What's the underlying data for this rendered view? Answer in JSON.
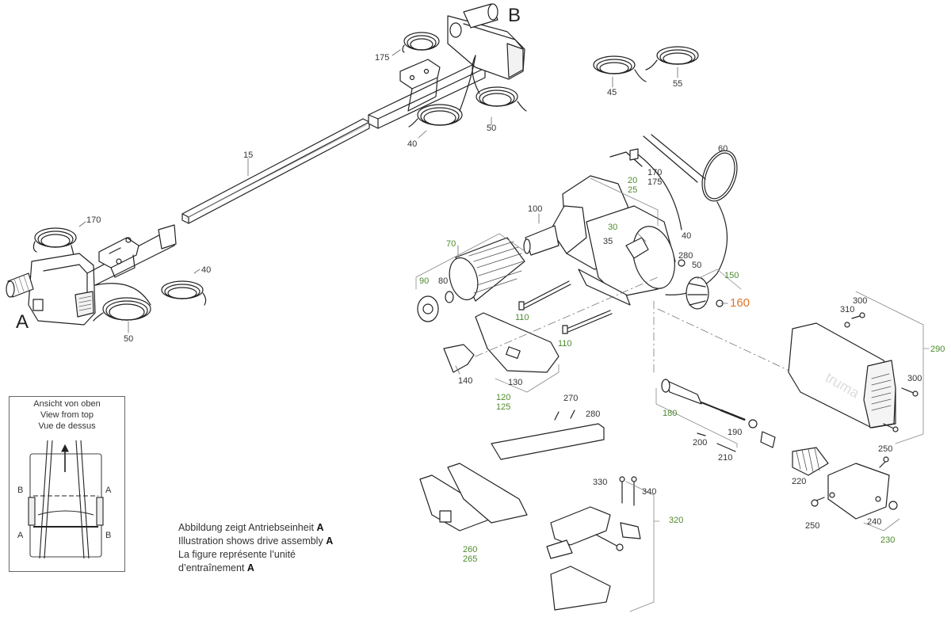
{
  "diagram": {
    "title": "Exploded parts diagram – drive assembly",
    "assemblies": {
      "a": "A",
      "b": "B"
    },
    "colors": {
      "part_label": "#333333",
      "assembly_label": "#4d8a2c",
      "highlight_label": "#e0762a",
      "line": "#222222"
    },
    "parts": [
      {
        "id": "p15",
        "number": "15",
        "kind": "normal"
      },
      {
        "id": "p170a",
        "number": "170",
        "kind": "normal"
      },
      {
        "id": "p40a",
        "number": "40",
        "kind": "normal"
      },
      {
        "id": "p50a",
        "number": "50",
        "kind": "normal"
      },
      {
        "id": "p175b",
        "number": "175",
        "kind": "normal"
      },
      {
        "id": "p40b",
        "number": "40",
        "kind": "normal"
      },
      {
        "id": "p50b",
        "number": "50",
        "kind": "normal"
      },
      {
        "id": "p45",
        "number": "45",
        "kind": "normal"
      },
      {
        "id": "p55",
        "number": "55",
        "kind": "normal"
      },
      {
        "id": "p60",
        "number": "60",
        "kind": "normal"
      },
      {
        "id": "p170_175",
        "number": "170\n175",
        "kind": "normal"
      },
      {
        "id": "p20_25",
        "number": "20\n25",
        "kind": "assembly"
      },
      {
        "id": "p100",
        "number": "100",
        "kind": "normal"
      },
      {
        "id": "p70",
        "number": "70",
        "kind": "assembly"
      },
      {
        "id": "p90",
        "number": "90",
        "kind": "assembly"
      },
      {
        "id": "p80",
        "number": "80",
        "kind": "normal"
      },
      {
        "id": "p30",
        "number": "30",
        "kind": "assembly"
      },
      {
        "id": "p35",
        "number": "35",
        "kind": "normal"
      },
      {
        "id": "p40c",
        "number": "40",
        "kind": "normal"
      },
      {
        "id": "p280a",
        "number": "280",
        "kind": "normal"
      },
      {
        "id": "p50c",
        "number": "50",
        "kind": "normal"
      },
      {
        "id": "p150",
        "number": "150",
        "kind": "assembly"
      },
      {
        "id": "p160",
        "number": "160",
        "kind": "highlight"
      },
      {
        "id": "p110a",
        "number": "110",
        "kind": "assembly"
      },
      {
        "id": "p110b",
        "number": "110",
        "kind": "assembly"
      },
      {
        "id": "p140",
        "number": "140",
        "kind": "normal"
      },
      {
        "id": "p130",
        "number": "130",
        "kind": "normal"
      },
      {
        "id": "p120_125",
        "number": "120\n125",
        "kind": "assembly"
      },
      {
        "id": "p310",
        "number": "310",
        "kind": "normal"
      },
      {
        "id": "p300a",
        "number": "300",
        "kind": "normal"
      },
      {
        "id": "p290",
        "number": "290",
        "kind": "assembly"
      },
      {
        "id": "p300b",
        "number": "300",
        "kind": "normal"
      },
      {
        "id": "p180",
        "number": "180",
        "kind": "assembly"
      },
      {
        "id": "p190",
        "number": "190",
        "kind": "normal"
      },
      {
        "id": "p200",
        "number": "200",
        "kind": "normal"
      },
      {
        "id": "p210",
        "number": "210",
        "kind": "normal"
      },
      {
        "id": "p220",
        "number": "220",
        "kind": "normal"
      },
      {
        "id": "p250a",
        "number": "250",
        "kind": "normal"
      },
      {
        "id": "p250b",
        "number": "250",
        "kind": "normal"
      },
      {
        "id": "p240",
        "number": "240",
        "kind": "normal"
      },
      {
        "id": "p230",
        "number": "230",
        "kind": "assembly"
      },
      {
        "id": "p270",
        "number": "270",
        "kind": "normal"
      },
      {
        "id": "p280b",
        "number": "280",
        "kind": "normal"
      },
      {
        "id": "p330",
        "number": "330",
        "kind": "normal"
      },
      {
        "id": "p340",
        "number": "340",
        "kind": "normal"
      },
      {
        "id": "p320",
        "number": "320",
        "kind": "assembly"
      },
      {
        "id": "p260_265",
        "number": "260\n265",
        "kind": "assembly"
      }
    ],
    "top_view": {
      "title_de": "Ansicht von oben",
      "title_en": "View from top",
      "title_fr": "Vue de dessus",
      "corner_tl": "B",
      "corner_tr": "A",
      "corner_bl": "A",
      "corner_br": "B"
    },
    "note": {
      "de": "Abbildung zeigt Antriebseinheit",
      "en": "Illustration shows drive assembly",
      "fr_1": "La figure représente l’unité",
      "fr_2": "d’entraînement",
      "assembly": "A"
    }
  }
}
